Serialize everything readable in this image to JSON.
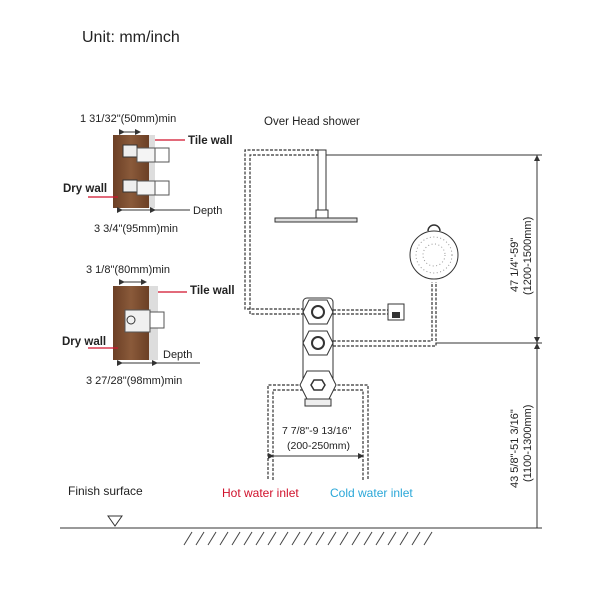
{
  "title": "Unit: mm/inch",
  "top_valve": {
    "width_label": "1 31/32\"(50mm)min",
    "tile_wall": "Tile wall",
    "dry_wall": "Dry wall",
    "depth": "Depth",
    "depth_label": "3 3/4\"(95mm)min"
  },
  "bottom_valve": {
    "width_label": "3 1/8\"(80mm)min",
    "tile_wall": "Tile wall",
    "dry_wall": "Dry wall",
    "depth": "Depth",
    "depth_label": "3 27/28\"(98mm)min"
  },
  "main": {
    "overhead_label": "Over Head shower",
    "upper_dim_in": "47 1/4\"-59\"",
    "upper_dim_mm": "(1200-1500mm)",
    "lower_dim_in": "43 5/8\"-51  3/16\"",
    "lower_dim_mm": "(1100-1300mm)",
    "inlet_dim_in": "7 7/8\"-9  13/16\"",
    "inlet_dim_mm": "(200-250mm)",
    "hot_inlet": "Hot water inlet",
    "cold_inlet": "Cold water inlet",
    "finish_surface": "Finish surface"
  },
  "colors": {
    "hot": "#d0112b",
    "cold": "#2aa7d8",
    "wood": "#7a4a2e",
    "red_arrow": "#d0112b"
  }
}
